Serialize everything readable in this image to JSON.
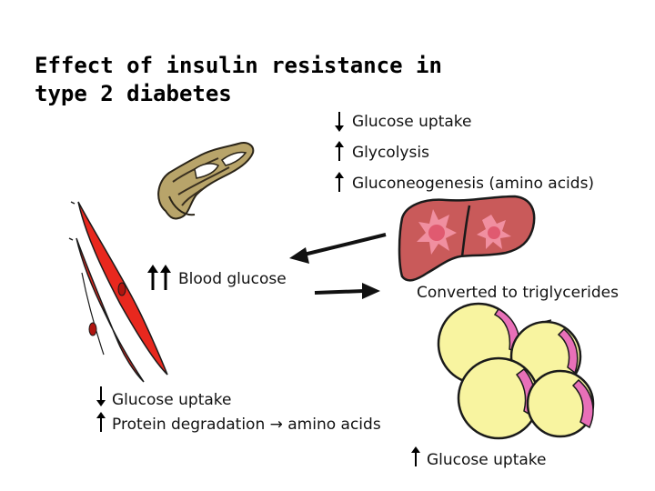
{
  "title": {
    "line1": "Effect of insulin resistance in",
    "line2": "type 2 diabetes"
  },
  "liver_effects": [
    {
      "direction": "down",
      "text": "Glucose uptake"
    },
    {
      "direction": "up",
      "text": "Glycolysis"
    },
    {
      "direction": "up",
      "text": "Gluconeogenesis (amino acids)"
    }
  ],
  "blood": {
    "direction": "double-up",
    "text": "Blood glucose"
  },
  "adipose": {
    "text": "Converted to triglycerides"
  },
  "muscle_effects": [
    {
      "direction": "down",
      "text": "Glucose uptake"
    },
    {
      "direction": "up",
      "text": "Protein degradation → amino acids"
    }
  ],
  "adipose_effect": {
    "direction": "up",
    "text": "Glucose uptake"
  },
  "illustrations": {
    "pancreas": "pancreas-illustration",
    "liver": "liver-illustration",
    "muscle": "muscle-cells-illustration",
    "fat": "fat-cells-illustration"
  },
  "colors": {
    "muscle": "#e8281e",
    "liver": "#c95a5a",
    "liver_spot": "#f08fa0",
    "fat_fill": "#f8f4a0",
    "fat_rim": "#e870b8",
    "pancreas": "#b8a46a"
  }
}
